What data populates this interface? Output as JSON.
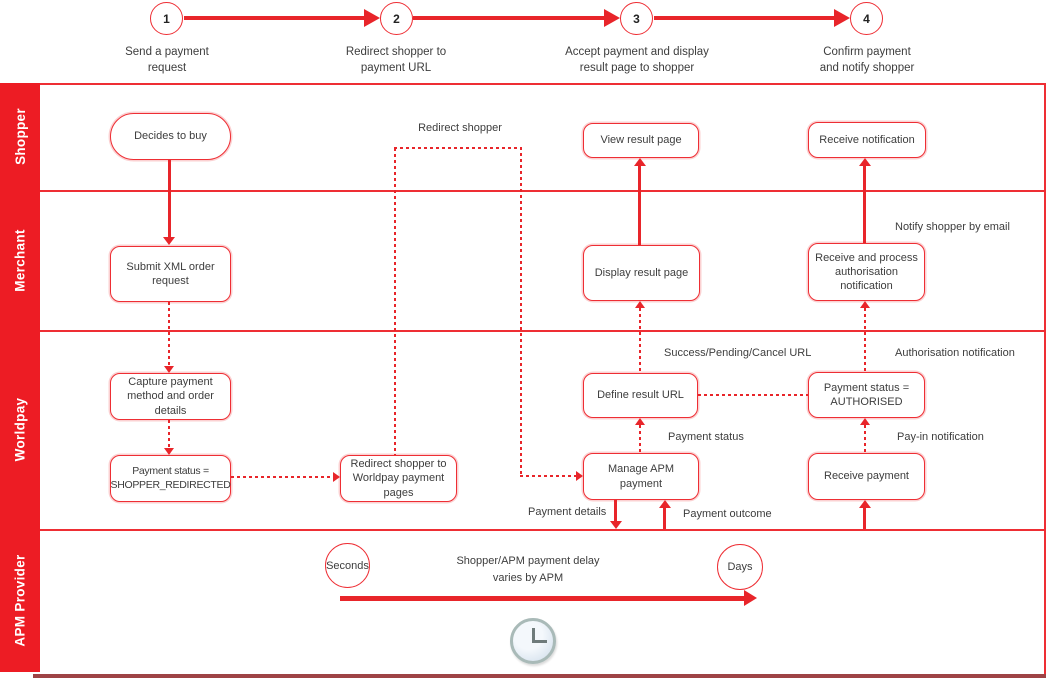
{
  "colors": {
    "red": "#ed1c24",
    "line_red": "#e8252a",
    "box_border": "#ee2e34",
    "text": "#3d3d3d",
    "bottom_border": "#9e4345",
    "lane_label_text": "#ffffff"
  },
  "timeline": {
    "milestones": [
      {
        "number": "1",
        "label": "Send a payment\nrequest"
      },
      {
        "number": "2",
        "label": "Redirect shopper to\npayment URL"
      },
      {
        "number": "3",
        "label": "Accept payment and display\nresult page to shopper"
      },
      {
        "number": "4",
        "label": "Confirm payment\nand notify shopper"
      }
    ]
  },
  "lanes": [
    {
      "label": "Shopper"
    },
    {
      "label": "Merchant"
    },
    {
      "label": "Worldpay"
    },
    {
      "label": "APM Provider"
    }
  ],
  "nodes": {
    "decides_to_buy": "Decides to buy",
    "view_result_page": "View result page",
    "receive_notification": "Receive notification",
    "submit_xml_order": "Submit XML order\nrequest",
    "display_result_page": "Display result page",
    "receive_process_auth": "Receive and process\nauthorisation\nnotification",
    "capture_payment": "Capture payment\nmethod and order\ndetails",
    "shopper_redirected": "Payment status =\nSHOPPER_REDIRECTED",
    "redirect_worldpay": "Redirect shopper to\nWorldpay payment\npages",
    "define_result_url": "Define result URL",
    "manage_apm": "Manage APM\npayment",
    "authorised": "Payment status =\nAUTHORISED",
    "receive_payment": "Receive payment"
  },
  "edge_labels": {
    "redirect_shopper": "Redirect shopper",
    "notify_shopper_by_email": "Notify shopper by email",
    "success_pending_cancel_url": "Success/Pending/Cancel URL",
    "authorisation_notification": "Authorisation notification",
    "payment_status": "Payment status",
    "pay_in_notification": "Pay-in notification",
    "payment_details": "Payment details",
    "payment_outcome": "Payment outcome"
  },
  "apm_timeline": {
    "start": "Seconds",
    "end": "Days",
    "note": "Shopper/APM payment delay\nvaries by APM"
  },
  "icons": {
    "clock": "clock-icon"
  }
}
